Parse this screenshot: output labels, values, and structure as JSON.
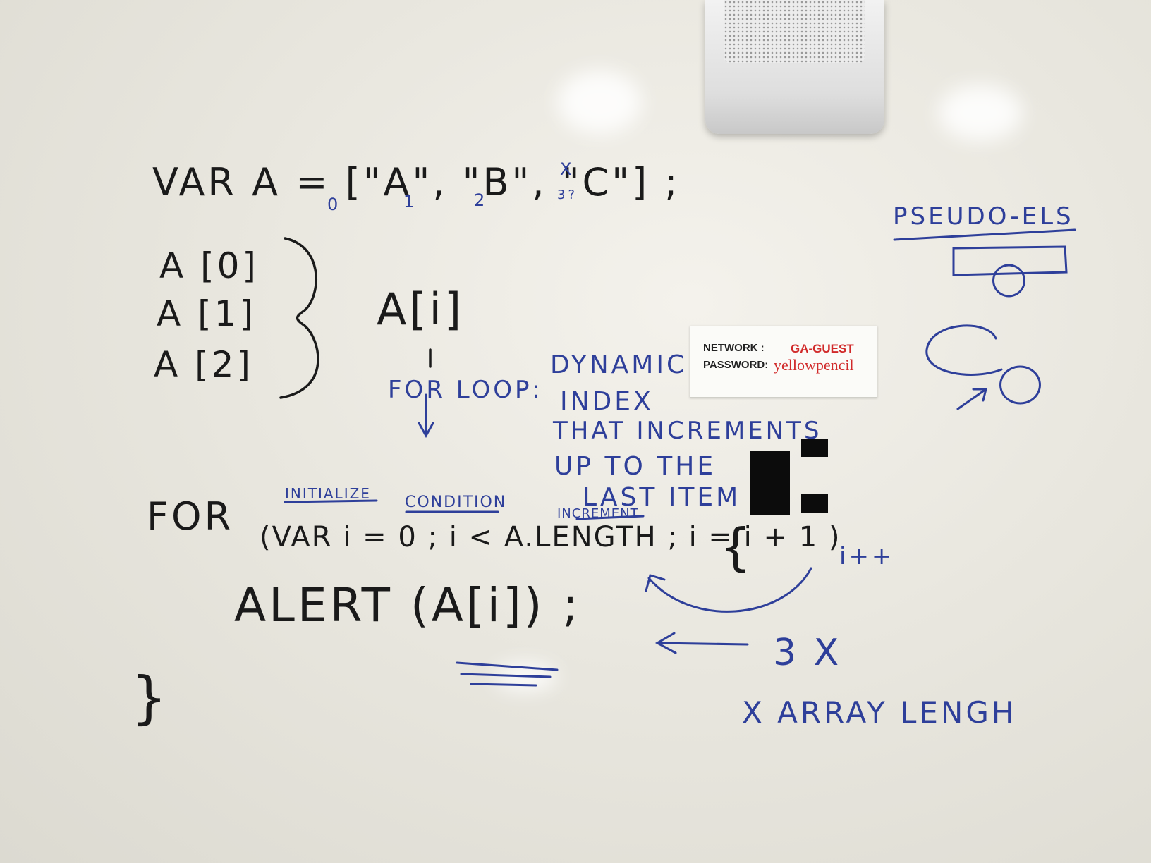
{
  "board": {
    "array_decl": "VAR A = [\"A\", \"B\", \"C\"] ;",
    "index_labels": [
      "0",
      "1",
      "2"
    ],
    "extra_x": "X",
    "extra_q": "3?",
    "a0": "A [0]",
    "a1": "A [1]",
    "a2": "A [2]",
    "ai": "A[i]",
    "for_loop_label": "FOR LOOP:",
    "dynamic_lines": [
      "DYNAMIC",
      "INDEX",
      "THAT INCREMENTS",
      "UP TO THE",
      "LAST ITEM"
    ],
    "for_kw": "FOR",
    "initialize": "INITIALIZE",
    "condition": "CONDITION",
    "increment": "INCREMENT",
    "for_header": "(VAR i = 0 ; i < A.LENGTH ; i = i + 1 )",
    "open_brace": "{",
    "iplusplus": "i++",
    "alert": "ALERT (A[i]) ;",
    "close_brace": "}",
    "three_x": "3 X",
    "array_length": "X ARRAY LENGH",
    "pseudo": "PSEUDO-ELS"
  },
  "sticker": {
    "network_label": "NETWORK :",
    "network_value": "GA-GUEST",
    "password_label": "PASSWORD:",
    "password_value": "yellowpencil"
  },
  "colors": {
    "black_marker": "#1a1a1a",
    "blue_marker": "#2e3f9a",
    "sticker_red": "#d12a2a"
  }
}
